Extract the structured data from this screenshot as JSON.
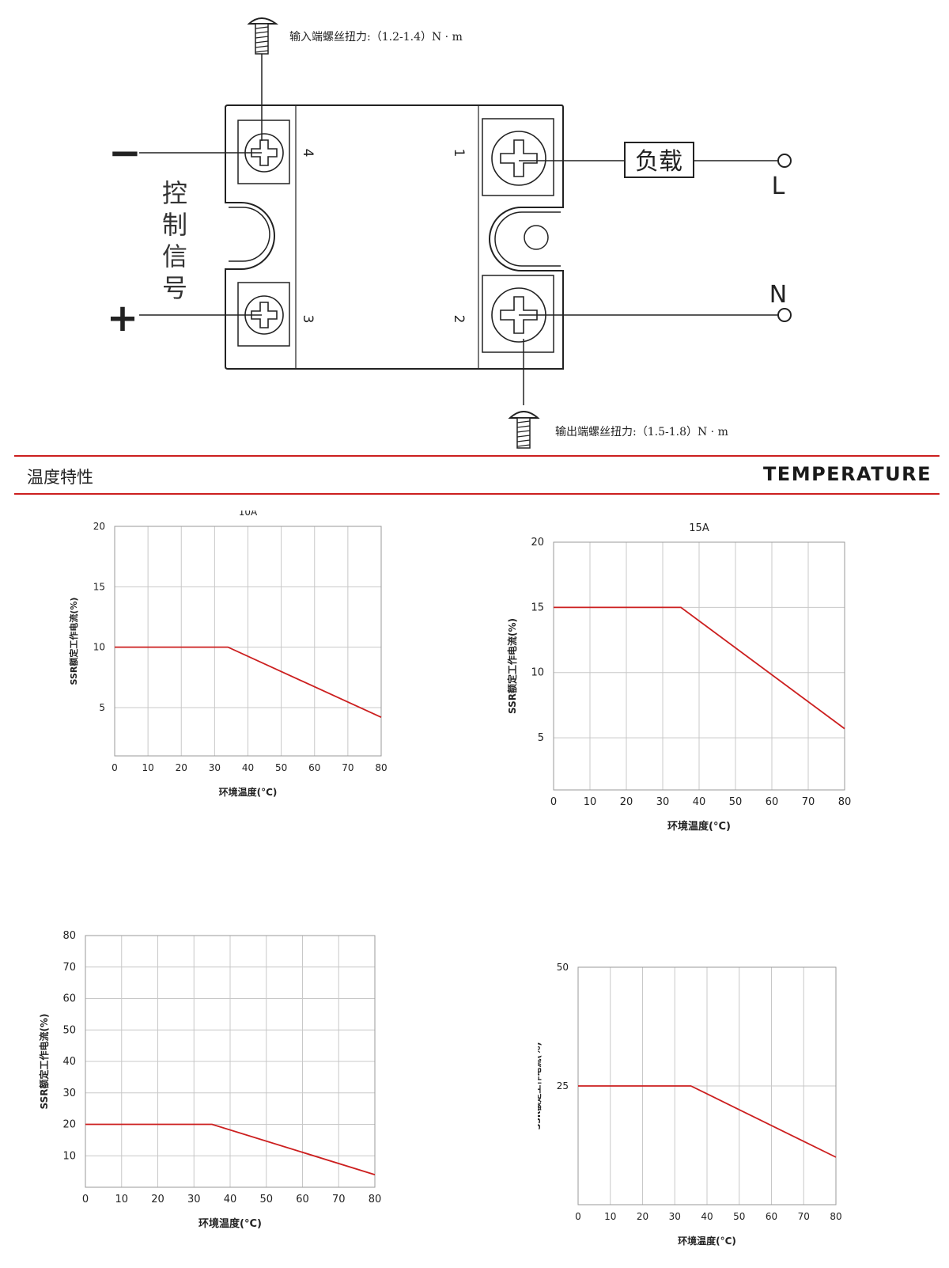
{
  "colors": {
    "accent_red": "#cc1f1f",
    "grid": "#c8c8c8",
    "line": "#222222"
  },
  "diagram": {
    "input_torque_label": "输入端螺丝扭力:（1.2-1.4）N · m",
    "output_torque_label": "输出端螺丝扭力:（1.5-1.8）N · m",
    "control_signal_label": "控制信号",
    "minus_symbol": "−",
    "plus_symbol": "+",
    "terminal_4": "4",
    "terminal_3": "3",
    "terminal_1": "1",
    "terminal_2": "2",
    "load_label": "负载",
    "terminal_L": "L",
    "terminal_N": "N",
    "screw_icon": "screw-icon"
  },
  "section": {
    "title_cn": "温度特性",
    "title_en": "TEMPERATURE"
  },
  "chart_data": [
    {
      "type": "line",
      "title": "10A",
      "xlabel": "环境温度(°C)",
      "ylabel": "SSR额定工作电流(%)",
      "xticks": [
        0,
        10,
        20,
        30,
        40,
        50,
        60,
        70,
        80
      ],
      "yticks": [
        5,
        10,
        15,
        20
      ],
      "xlim": [
        0,
        80
      ],
      "ylim": [
        1,
        20
      ],
      "grid": true,
      "series": [
        {
          "x": [
            0,
            34,
            80
          ],
          "y": [
            10,
            10,
            4.2
          ]
        }
      ]
    },
    {
      "type": "line",
      "title": "15A",
      "xlabel": "环境温度(°C)",
      "ylabel": "SSR额定工作电流(%)",
      "xticks": [
        0,
        10,
        20,
        30,
        40,
        50,
        60,
        70,
        80
      ],
      "yticks": [
        5,
        10,
        15,
        20
      ],
      "xlim": [
        0,
        80
      ],
      "ylim": [
        1,
        20
      ],
      "grid": true,
      "series": [
        {
          "x": [
            0,
            35,
            80
          ],
          "y": [
            15,
            15,
            5.7
          ]
        }
      ]
    },
    {
      "type": "line",
      "title": "20 A",
      "xlabel": "环境温度(°C)",
      "ylabel": "SSR额定工作电流(%)",
      "xticks": [
        0,
        10,
        20,
        30,
        40,
        50,
        60,
        70,
        80
      ],
      "yticks": [
        10,
        20,
        30,
        40,
        50,
        60,
        70,
        80
      ],
      "xlim": [
        0,
        80
      ],
      "ylim": [
        0,
        80
      ],
      "grid": true,
      "series": [
        {
          "x": [
            0,
            35,
            80
          ],
          "y": [
            20,
            20,
            4
          ]
        }
      ]
    },
    {
      "type": "line",
      "title": "25A",
      "xlabel": "环境温度(°C)",
      "ylabel": "SSR额定工作电流(%)",
      "xticks": [
        0,
        10,
        20,
        30,
        40,
        50,
        60,
        70,
        80
      ],
      "yticks": [
        25,
        50
      ],
      "xlim": [
        0,
        80
      ],
      "ylim": [
        0,
        50
      ],
      "grid": true,
      "series": [
        {
          "x": [
            0,
            35,
            80
          ],
          "y": [
            25,
            25,
            10
          ]
        }
      ]
    }
  ]
}
